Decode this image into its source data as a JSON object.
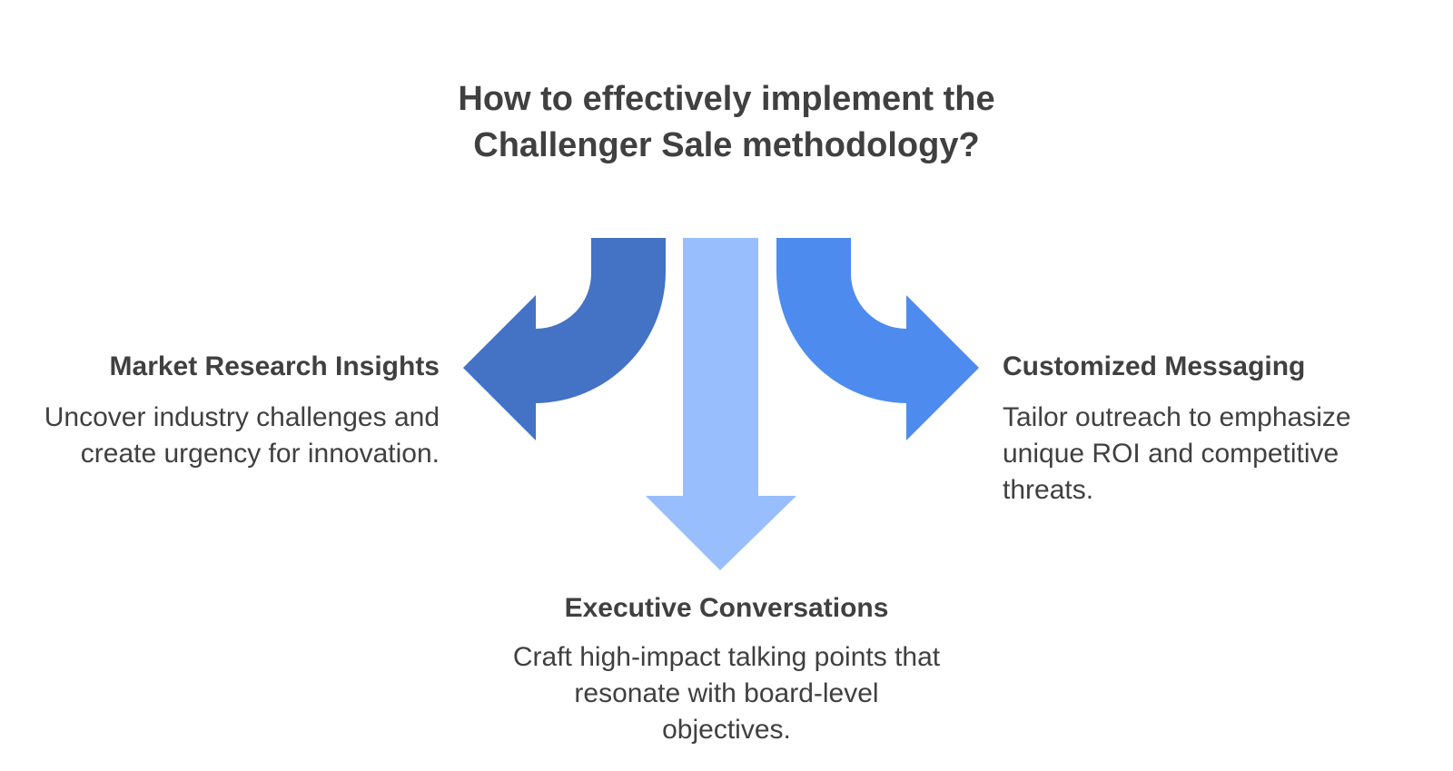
{
  "title": "How to effectively implement the Challenger Sale methodology?",
  "branches": [
    {
      "heading": "Market Research Insights",
      "description": "Uncover industry challenges and create urgency for innovation.",
      "arrow_color": "#4472C4",
      "direction": "left"
    },
    {
      "heading": "Executive Conversations",
      "description": "Craft high-impact talking points that resonate with board-level objectives.",
      "arrow_color": "#98BEFD",
      "direction": "down"
    },
    {
      "heading": "Customized Messaging",
      "description": "Tailor outreach to emphasize unique ROI and competitive threats.",
      "arrow_color": "#4E8BEF",
      "direction": "right"
    }
  ]
}
